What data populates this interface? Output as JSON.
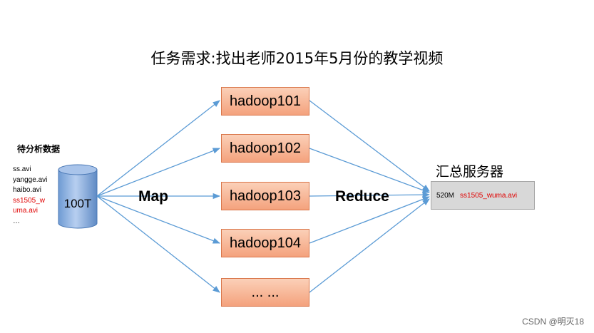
{
  "title": "任务需求:找出老师2015年5月份的教学视频",
  "data_source": {
    "label": "待分析数据",
    "files": [
      {
        "text": "ss.avi",
        "highlight": false
      },
      {
        "text": "yangge.avi",
        "highlight": false
      },
      {
        "text": "haibo.avi",
        "highlight": false
      },
      {
        "text": "ss1505_w",
        "highlight": true
      },
      {
        "text": "uma.avi",
        "highlight": true
      },
      {
        "text": "…",
        "highlight": false
      }
    ],
    "size": "100T"
  },
  "map_label": "Map",
  "reduce_label": "Reduce",
  "nodes": [
    "hadoop101",
    "hadoop102",
    "hadoop103",
    "hadoop104",
    "... ..."
  ],
  "summary": {
    "title": "汇总服务器",
    "size": "520M",
    "file": "ss1505_wuma.avi"
  },
  "watermark": "CSDN @明灭18",
  "colors": {
    "node_fill": "#f4a27d",
    "arrow": "#5b9bd5",
    "highlight_text": "#e00000",
    "summary_fill": "#d8d8d8"
  }
}
